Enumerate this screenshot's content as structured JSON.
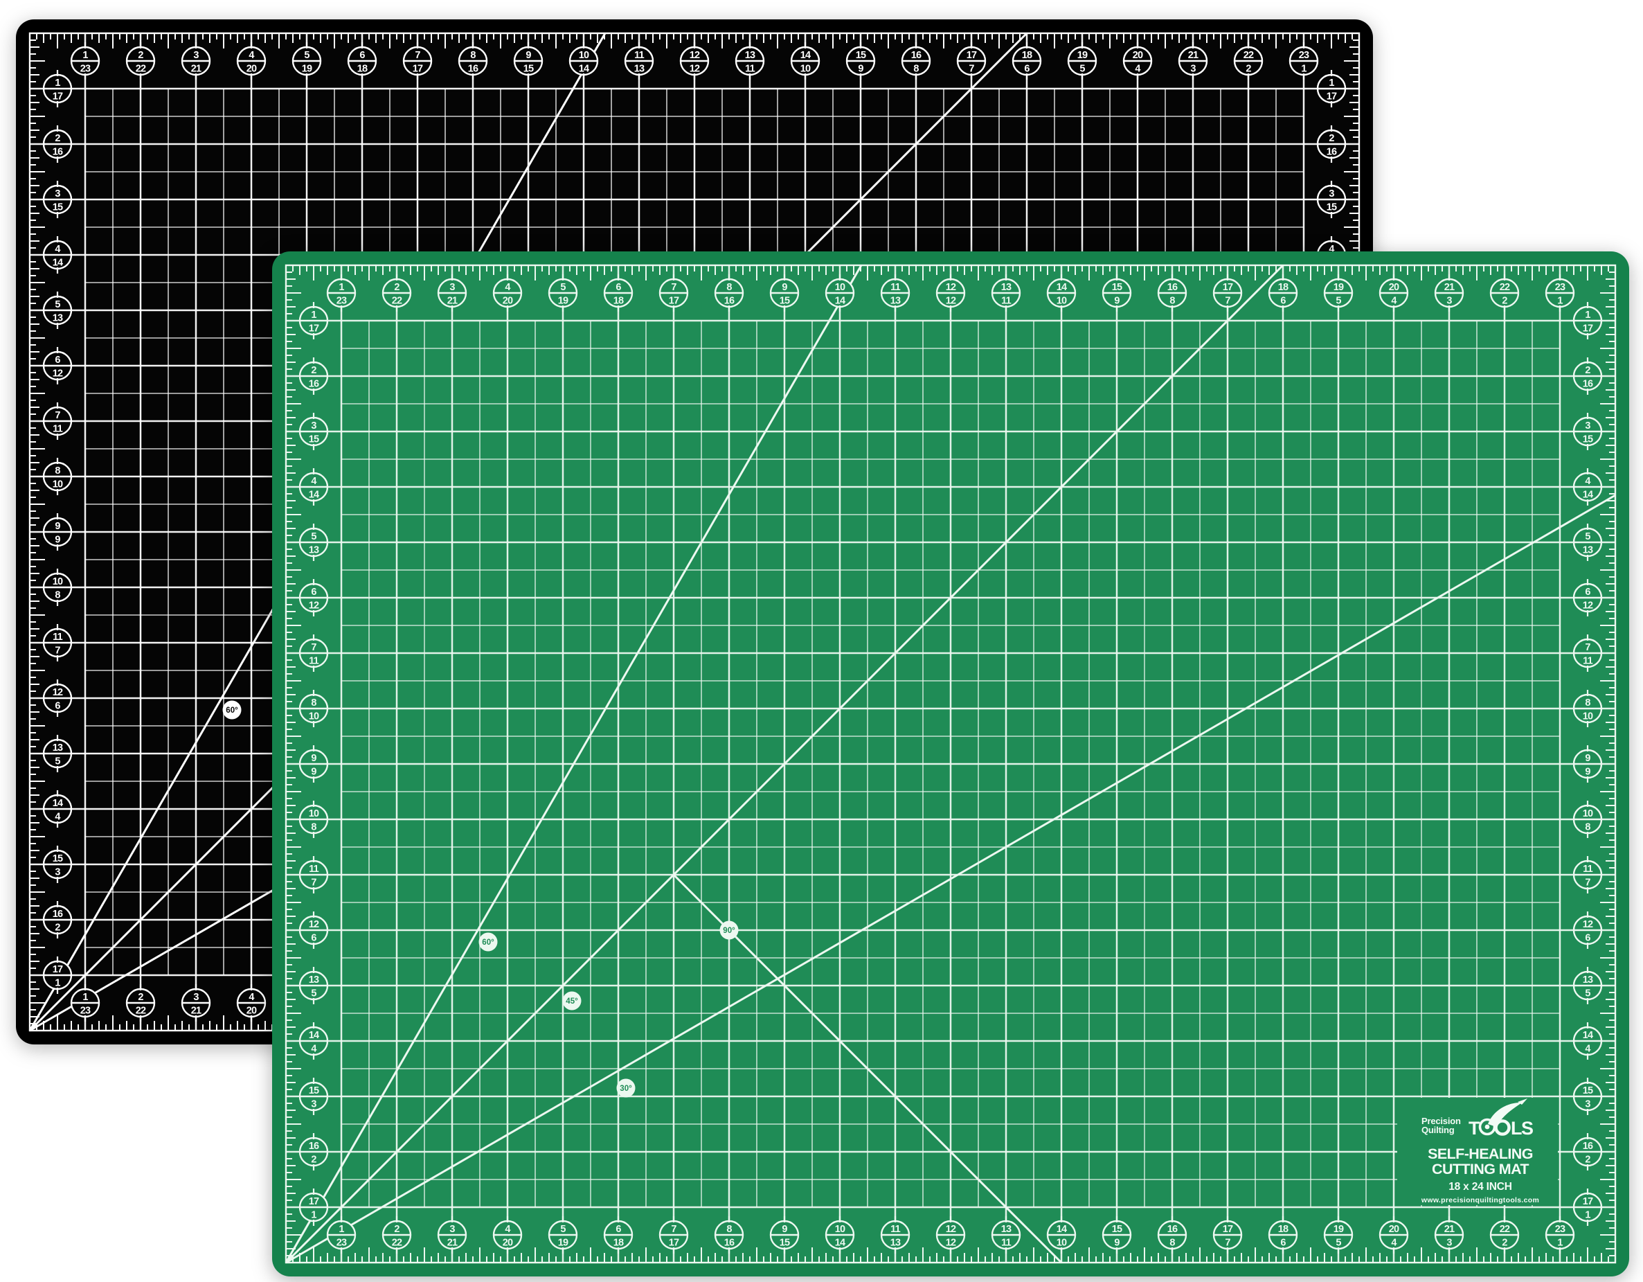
{
  "product": {
    "brand_line1": "Precision",
    "brand_line2": "Quilting",
    "tools_word": "TOOLS",
    "tools_t": "T",
    "tools_ls": "LS",
    "title_line1": "SELF-HEALING",
    "title_line2": "CUTTING MAT",
    "size_text": "18 x 24 INCH",
    "website": "www.precisionquiltingtools.com"
  },
  "grid": {
    "columns": 24,
    "rows": 18,
    "unit": "inch",
    "subdivision": "half-inch"
  },
  "mats": [
    {
      "id": "black",
      "name": "black-cutting-mat",
      "surface": "#050505",
      "border": "#000000",
      "line": "#ffffff"
    },
    {
      "id": "green",
      "name": "green-cutting-mat",
      "surface": "#1f8c56",
      "border": "#15824c",
      "line": "#ecf8f0"
    }
  ],
  "angle_labels": [
    {
      "text": "60°"
    },
    {
      "text": "45°"
    },
    {
      "text": "30°"
    },
    {
      "text": "90°"
    }
  ],
  "ruler": {
    "top_bottom_labels": [
      {
        "primary": "1",
        "secondary": "23"
      },
      {
        "primary": "2",
        "secondary": "22"
      },
      {
        "primary": "3",
        "secondary": "21"
      },
      {
        "primary": "4",
        "secondary": "20"
      },
      {
        "primary": "5",
        "secondary": "19"
      },
      {
        "primary": "6",
        "secondary": "18"
      },
      {
        "primary": "7",
        "secondary": "17"
      },
      {
        "primary": "8",
        "secondary": "16"
      },
      {
        "primary": "9",
        "secondary": "15"
      },
      {
        "primary": "10",
        "secondary": "14"
      },
      {
        "primary": "11",
        "secondary": "13"
      },
      {
        "primary": "12",
        "secondary": "12"
      },
      {
        "primary": "13",
        "secondary": "11"
      },
      {
        "primary": "14",
        "secondary": "10"
      },
      {
        "primary": "15",
        "secondary": "9"
      },
      {
        "primary": "16",
        "secondary": "8"
      },
      {
        "primary": "17",
        "secondary": "7"
      },
      {
        "primary": "18",
        "secondary": "6"
      },
      {
        "primary": "19",
        "secondary": "5"
      },
      {
        "primary": "20",
        "secondary": "4"
      },
      {
        "primary": "21",
        "secondary": "3"
      },
      {
        "primary": "22",
        "secondary": "2"
      },
      {
        "primary": "23",
        "secondary": "1"
      }
    ],
    "left_right_labels": [
      {
        "primary": "1",
        "secondary": "17"
      },
      {
        "primary": "2",
        "secondary": "16"
      },
      {
        "primary": "3",
        "secondary": "15"
      },
      {
        "primary": "4",
        "secondary": "14"
      },
      {
        "primary": "5",
        "secondary": "13"
      },
      {
        "primary": "6",
        "secondary": "12"
      },
      {
        "primary": "7",
        "secondary": "11"
      },
      {
        "primary": "8",
        "secondary": "10"
      },
      {
        "primary": "9",
        "secondary": "9"
      },
      {
        "primary": "10",
        "secondary": "8"
      },
      {
        "primary": "11",
        "secondary": "7"
      },
      {
        "primary": "12",
        "secondary": "6"
      },
      {
        "primary": "13",
        "secondary": "5"
      },
      {
        "primary": "14",
        "secondary": "4"
      },
      {
        "primary": "15",
        "secondary": "3"
      },
      {
        "primary": "16",
        "secondary": "2"
      },
      {
        "primary": "17",
        "secondary": "1"
      }
    ]
  }
}
